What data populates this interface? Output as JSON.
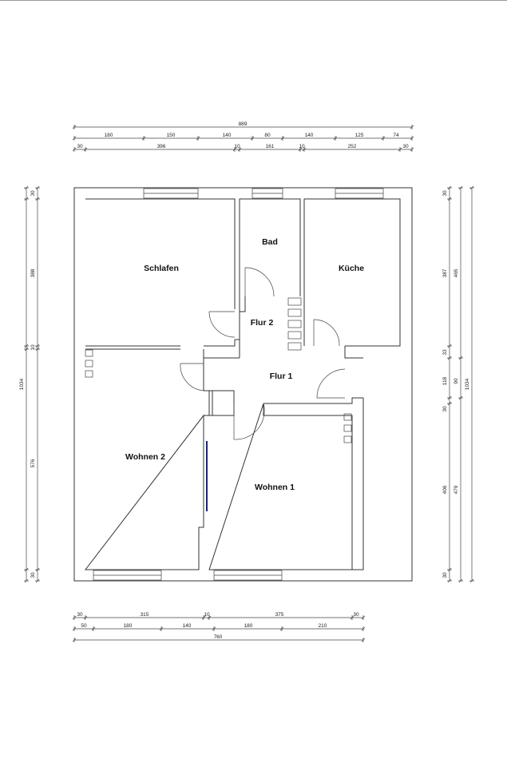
{
  "rooms": {
    "schlafen": "Schlafen",
    "bad": "Bad",
    "kueche": "Küche",
    "flur2": "Flur 2",
    "flur1": "Flur 1",
    "wohnen2": "Wohnen 2",
    "wohnen1": "Wohnen 1"
  },
  "dimensions": {
    "top_total": "889",
    "top_row1": [
      "180",
      "150",
      "140",
      "80",
      "140",
      "125",
      "74"
    ],
    "top_row2": [
      "30",
      "396",
      "10",
      "161",
      "10",
      "252",
      "30"
    ],
    "bottom_row1": [
      "30",
      "315",
      "10",
      "375",
      "30"
    ],
    "bottom_row2": [
      "50",
      "180",
      "140",
      "180",
      "210"
    ],
    "bottom_total": "760",
    "left_row": [
      "30",
      "388",
      "10",
      "576",
      "30"
    ],
    "left_total": "1034",
    "right_row1": [
      "30",
      "387",
      "33",
      "118",
      "30",
      "406",
      "30"
    ],
    "right_row2": [
      "465",
      "90",
      "479"
    ],
    "right_total": "1034"
  },
  "colors": {
    "walls": "#333333",
    "sliding_door": "#1a237e"
  }
}
